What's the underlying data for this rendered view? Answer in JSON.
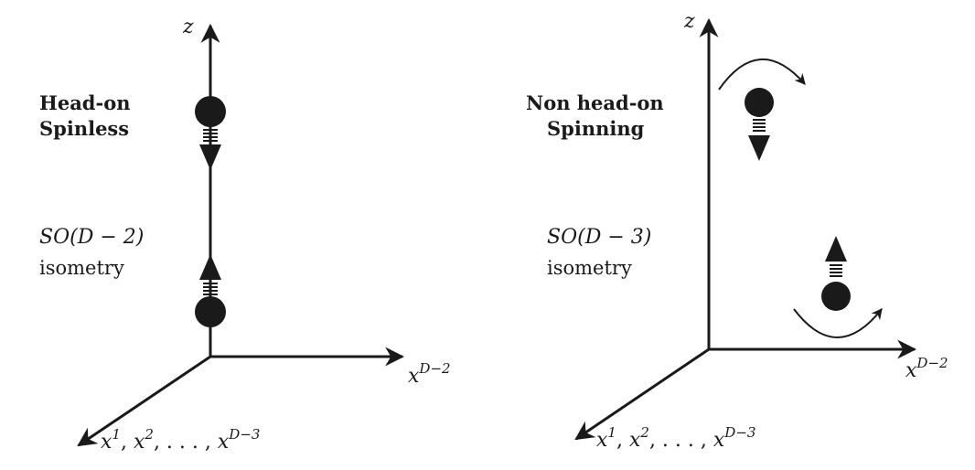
{
  "colors": {
    "ink": "#1a1a1a",
    "background": "#ffffff"
  },
  "left_panel": {
    "title_line1": "Head-on",
    "title_line2": "Spinless",
    "symmetry": "SO(D − 2)",
    "symmetry_caption": "isometry",
    "axis_z": "z",
    "axis_right_base": "x",
    "axis_right_sup": "D−2",
    "axis_diag_text": "x",
    "axis_diag_parts": [
      {
        "base": "x",
        "sup": "1",
        "sep": ", "
      },
      {
        "base": "x",
        "sup": "2",
        "sep": ", . . . , "
      },
      {
        "base": "x",
        "sup": "D−3",
        "sep": ""
      }
    ]
  },
  "right_panel": {
    "title_line1": "Non head-on",
    "title_line2": "Spinning",
    "symmetry": "SO(D − 3)",
    "symmetry_caption": "isometry",
    "axis_z": "z",
    "axis_right_base": "x",
    "axis_right_sup": "D−2",
    "axis_diag_parts": [
      {
        "base": "x",
        "sup": "1",
        "sep": ", "
      },
      {
        "base": "x",
        "sup": "2",
        "sep": ", . . . , "
      },
      {
        "base": "x",
        "sup": "D−3",
        "sep": ""
      }
    ]
  }
}
